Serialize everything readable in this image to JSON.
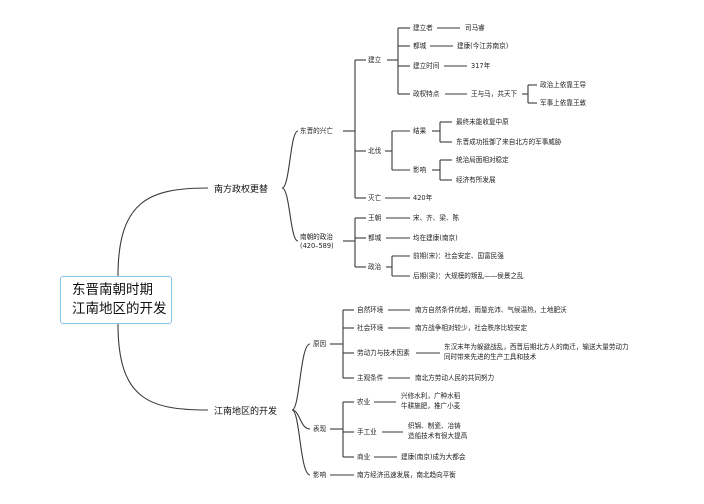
{
  "root": {
    "line1": "东晋南朝时期",
    "line2": "江南地区的开发"
  },
  "branch1": {
    "title": "南方政权更替",
    "dongjin": {
      "label": "东晋的兴亡",
      "jianli": {
        "label": "建立",
        "founder_label": "建立者",
        "founder_value": "司马睿",
        "capital_label": "都城",
        "capital_value": "建康(今江苏南京)",
        "time_label": "建立时间",
        "time_value": "317年",
        "feature_label": "政权特点",
        "feature_value": "王与马，共天下",
        "political": "政治上依靠王导",
        "military": "军事上依靠王敦"
      },
      "beifa": {
        "label": "北伐",
        "result_label": "结果",
        "result1": "最终未能收复中原",
        "result2": "东晋成功抵御了来自北方的军事威胁",
        "impact_label": "影响",
        "impact1": "统治局面相对稳定",
        "impact2": "经济有所发展"
      },
      "miewang": {
        "label": "灭亡",
        "value": "420年"
      }
    },
    "nanchao": {
      "label_line1": "南朝的政治",
      "label_line2": "(420–589)",
      "dynasty_label": "王朝",
      "dynasty_value": "宋、齐、梁、陈",
      "capital_label": "都城",
      "capital_value": "均在建康(南京)",
      "politics_label": "政治",
      "early": "前期(宋)：社会安定、国富民强",
      "late": "后期(梁)：大规模的叛乱——侯景之乱"
    }
  },
  "branch2": {
    "title": "江南地区的开发",
    "yuanyin": {
      "label": "原因",
      "natural_label": "自然环境",
      "natural_value": "南方自然条件优越，雨量充沛、气候温热，土地肥沃",
      "social_label": "社会环境",
      "social_value": "南方战争相对较少，社会秩序比较安定",
      "labor_label": "劳动力与技术因素",
      "labor_line1": "东汉末年为躲避战乱，西晋后期北方人的南迁，输送大量劳动力",
      "labor_line2": "同时带来先进的生产工具和技术",
      "subjective_label": "主观条件",
      "subjective_value": "南北方劳动人民的共同努力"
    },
    "biaoxian": {
      "label": "表现",
      "agri_label": "农业",
      "agri_line1": "兴修水利，广种水稻",
      "agri_line2": "牛耕施肥，推广小麦",
      "craft_label": "手工业",
      "craft_line1": "织锦、制瓷、冶铸",
      "craft_line2": "造船技术有很大提高",
      "commerce_label": "商业",
      "commerce_value": "建康(南京)成为大都会"
    },
    "yingxiang": {
      "label": "影响",
      "value": "南方经济迅速发展，南北趋向平衡"
    }
  }
}
